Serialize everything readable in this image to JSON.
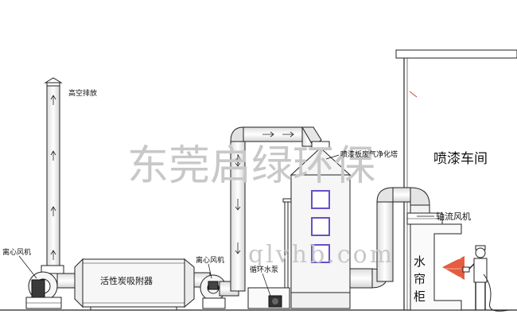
{
  "labels": {
    "stack": "高空排放",
    "centrifugal_fan_1": "离心风机",
    "carbon_adsorber": "活性炭吸附器",
    "centrifugal_fan_2": "离心风机",
    "circulation_pump": "循环水泵",
    "spray_tower": "喷漆板废气净化塔",
    "workshop": "喷漆车间",
    "axial_fan": "轴流风机",
    "water_curtain_1": "水",
    "water_curtain_2": "帘",
    "water_curtain_3": "柜"
  },
  "watermark": {
    "company": "东莞启绿环保",
    "url": "qlvhb.com"
  },
  "colors": {
    "line": "#222222",
    "fill_light": "#f3f3f3",
    "window": "#6a4fc8",
    "spray": "#e0401f",
    "watermark": "#c8c8c8"
  }
}
